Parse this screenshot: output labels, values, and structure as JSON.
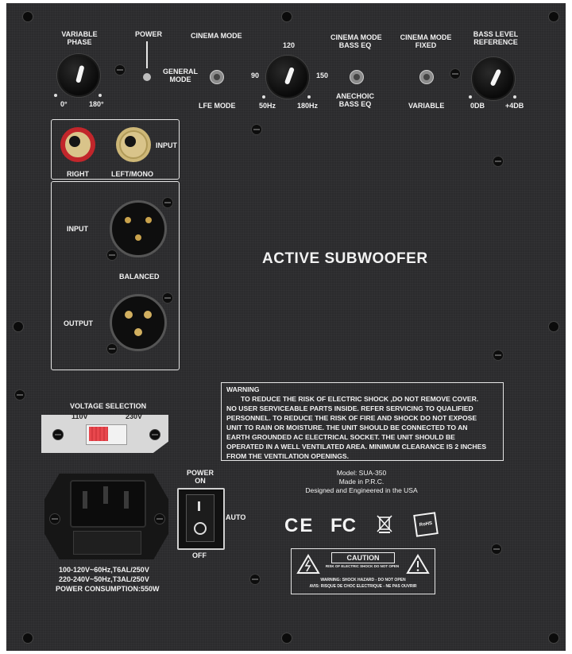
{
  "labels": {
    "variable_phase_1": "VARIABLE",
    "variable_phase_2": "PHASE",
    "phase_min": "0°",
    "phase_max": "180°",
    "power": "POWER",
    "cinema_mode": "CINEMA MODE",
    "general_mode_1": "GENERAL",
    "general_mode_2": "MODE",
    "lfe_mode": "LFE MODE",
    "freq_120": "120",
    "freq_90": "90",
    "freq_150": "150",
    "freq_50": "50Hz",
    "freq_180": "180Hz",
    "cinema_bass_eq_1": "CINEMA MODE",
    "cinema_bass_eq_2": "BASS EQ",
    "anechoic_1": "ANECHOIC",
    "anechoic_2": "BASS EQ",
    "cinema_fixed_1": "CINEMA MODE",
    "cinema_fixed_2": "FIXED",
    "variable": "VARIABLE",
    "bass_level_1": "BASS LEVEL",
    "bass_level_2": "REFERENCE",
    "level_min": "0DB",
    "level_max": "+4DB",
    "rca_input": "INPUT",
    "rca_right": "RIGHT",
    "rca_left": "LEFT/MONO",
    "xlr_input": "INPUT",
    "balanced": "BALANCED",
    "xlr_output": "OUTPUT",
    "product_name": "ACTIVE SUBWOOFER",
    "voltage_selection": "VOLTAGE SELECTION",
    "v110": "110V",
    "v230": "230V",
    "power_on_1": "POWER",
    "power_on_2": "ON",
    "auto": "AUTO",
    "off": "OFF",
    "spec_1": "100-120V~60Hz,T6AL/250V",
    "spec_2": "220-240V~50Hz,T3AL/250V",
    "spec_3": "POWER CONSUMPTION:550W",
    "model": "Model: SUA-350",
    "made_in": "Made in P.R.C.",
    "designed": "Designed and Engineered in the USA",
    "caution": "CAUTION",
    "caution_sub": "RISK OF ELECTRIC SHOCK DO NOT OPEN",
    "caution_en": "WARNING: SHOCK HAZARD - DO NOT OPEN",
    "caution_fr": "AVIS: RISQUE DE CHOC ELECTRIQUE - NE PAS OUVRIR"
  },
  "warning": {
    "title": "WARNING",
    "lines": [
      "TO REDUCE THE RISK OF ELECTRIC SHOCK ,DO NOT REMOVE COVER.",
      "NO USER SERVICEABLE PARTS INSIDE. REFER SERVICING TO QUALIFIED",
      "PERSONNEL. TO REDUCE THE RISK OF FIRE AND SHOCK DO NOT EXPOSE",
      "UNIT TO RAIN OR MOISTURE. THE UNIT SHOULD BE CONNECTED TO AN",
      "EARTH GROUNDED AC ELECTRICAL SOCKET. THE UNIT SHOULD BE",
      "OPERATED IN A WELL VENTILATED AREA. MINIMUM CLEARANCE IS 2 INCHES",
      "FROM THE VENTILATION OPENINGS."
    ]
  },
  "logos": {
    "ce": "CE",
    "fc": "FC",
    "rohs": "RoHS"
  },
  "colors": {
    "plate": "#2b2b2d",
    "text": "#f2f2f2",
    "rca_red": "#c2262b",
    "rca_gold": "#d9c48a",
    "voltage_switch": "#e8474d"
  }
}
